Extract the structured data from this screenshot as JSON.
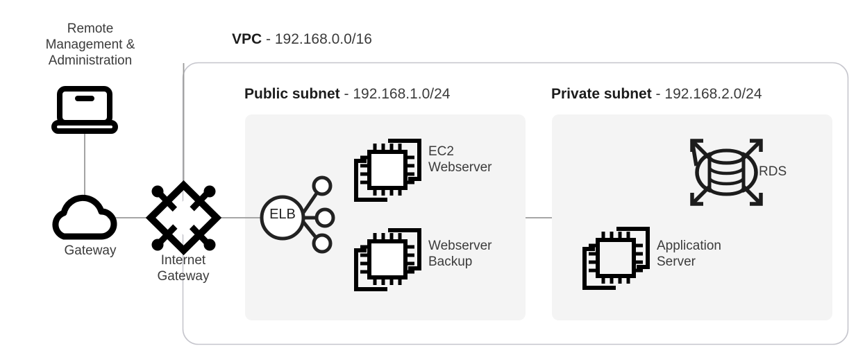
{
  "diagram": {
    "title_vpc_name": "VPC",
    "title_vpc_sep": " - ",
    "title_vpc_cidr": "192.168.0.0/16",
    "public_subnet_name": "Public subnet",
    "public_subnet_sep": " - ",
    "public_subnet_cidr": "192.168.1.0/24",
    "private_subnet_name": "Private subnet",
    "private_subnet_sep": " - ",
    "private_subnet_cidr": "192.168.2.0/24"
  },
  "nodes": {
    "remote_management": "Remote\nManagement &\nAdministration",
    "gateway": "Gateway",
    "internet_gateway": "Internet\nGateway",
    "elb": "ELB",
    "ec2_webserver": "EC2\nWebserver",
    "webserver_backup": "Webserver\nBackup",
    "rds": "RDS",
    "application_server": "Application\nServer"
  },
  "icons": {
    "laptop": "laptop-icon",
    "cloud": "cloud-icon",
    "internet_gateway": "internet-gateway-icon",
    "elb": "elb-icon",
    "ec2": "ec2-instance-icon",
    "rds": "rds-database-icon"
  },
  "colors": {
    "icon_stroke": "#000000",
    "text": "#3b3b3b",
    "heading": "#1c1c1c",
    "connector": "#999999",
    "vpc_border": "#c5c5cc",
    "subnet_fill": "#f4f4f4",
    "background": "#ffffff"
  }
}
